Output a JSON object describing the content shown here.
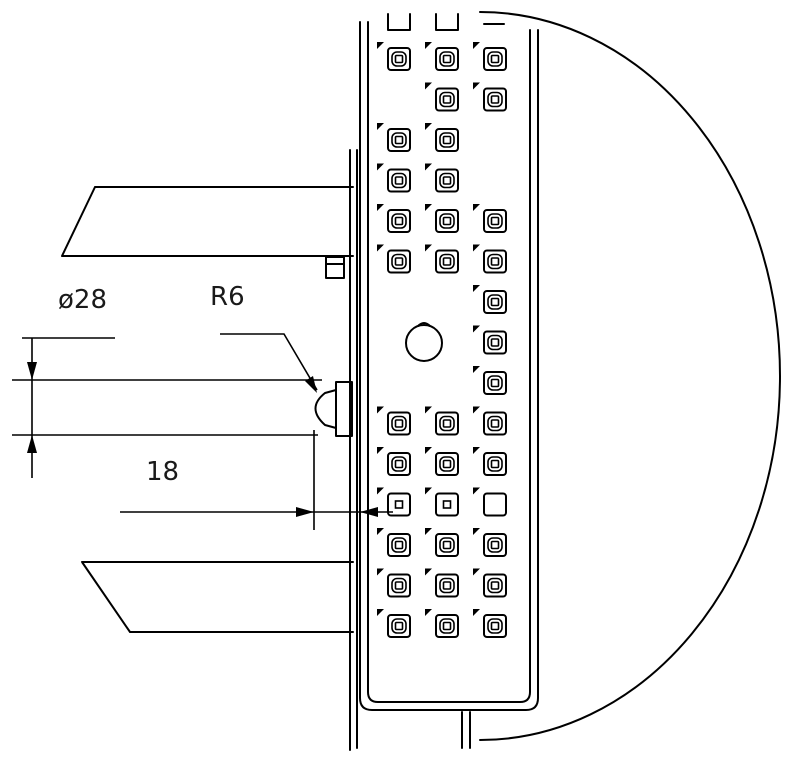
{
  "drawing": {
    "colors": {
      "line": "#000000",
      "background": "#ffffff",
      "text": "#1a1a1a"
    },
    "dimensions": {
      "diameter": "ø28",
      "radius": "R6",
      "length": "18"
    },
    "part_rows": [
      [
        1,
        1,
        1
      ],
      [
        0,
        1,
        1
      ],
      [
        1,
        1,
        0
      ],
      [
        1,
        1,
        0
      ],
      [
        1,
        1,
        1
      ],
      [
        1,
        1,
        1
      ],
      [
        0,
        0,
        1
      ],
      [
        0,
        0,
        1
      ],
      [
        0,
        0,
        1
      ],
      [
        1,
        1,
        1
      ],
      [
        1,
        1,
        1
      ],
      [
        2,
        2,
        3
      ],
      [
        1,
        1,
        1
      ],
      [
        1,
        1,
        1
      ],
      [
        1,
        1,
        1
      ]
    ]
  }
}
